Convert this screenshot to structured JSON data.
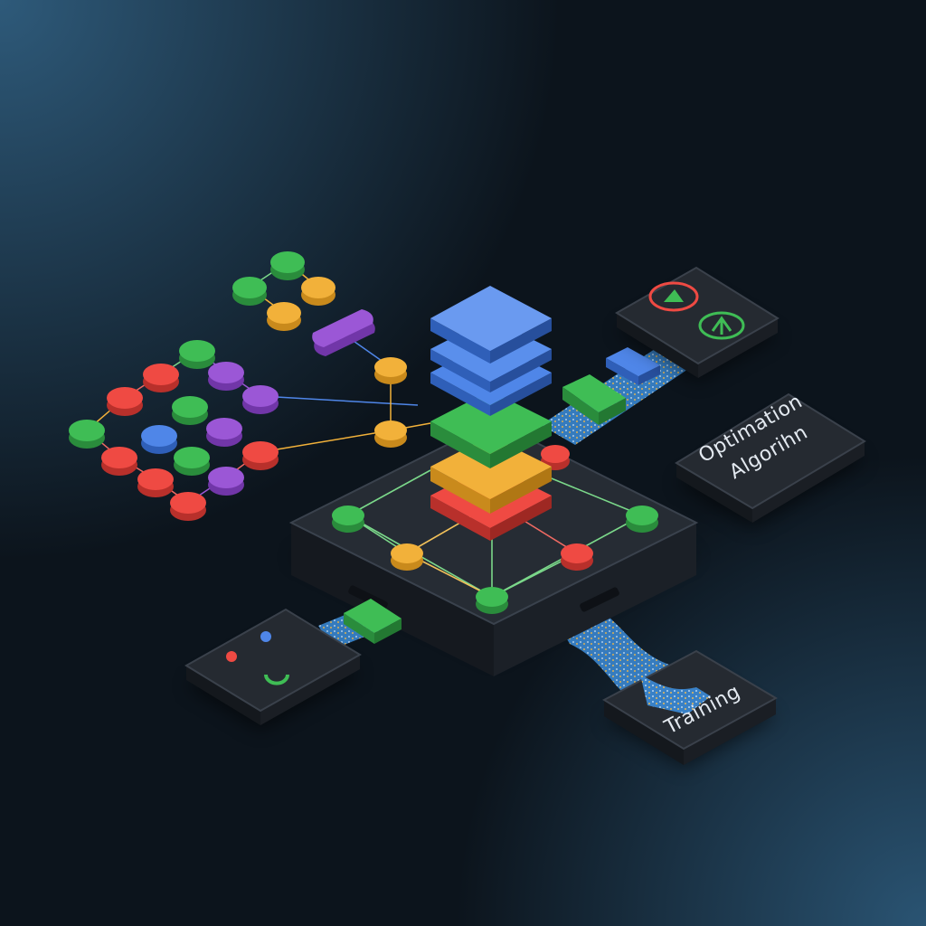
{
  "labels": {
    "optimization_line1": "Optimation",
    "optimization_line2": "Algorihn",
    "training": "Training"
  },
  "colors": {
    "background_glow": "#2d5878",
    "background_dark": "#0c141c",
    "platform_top": "#262c34",
    "platform_side": "#161b21",
    "card_top": "#252a31",
    "card_side": "#14181d",
    "blue": "#4f86e8",
    "blue_dark": "#2f5fb8",
    "green": "#3fbd55",
    "green_dark": "#2a8c3c",
    "yellow": "#f2b13a",
    "yellow_dark": "#c98a1c",
    "red": "#ef4a43",
    "red_dark": "#b8302b",
    "purple": "#9b57d6",
    "purple_dark": "#7136a8",
    "ribbon": "#3f8fd8"
  },
  "icons": {
    "warning": "triangle-alert-icon",
    "check": "arrow-up-icon"
  }
}
